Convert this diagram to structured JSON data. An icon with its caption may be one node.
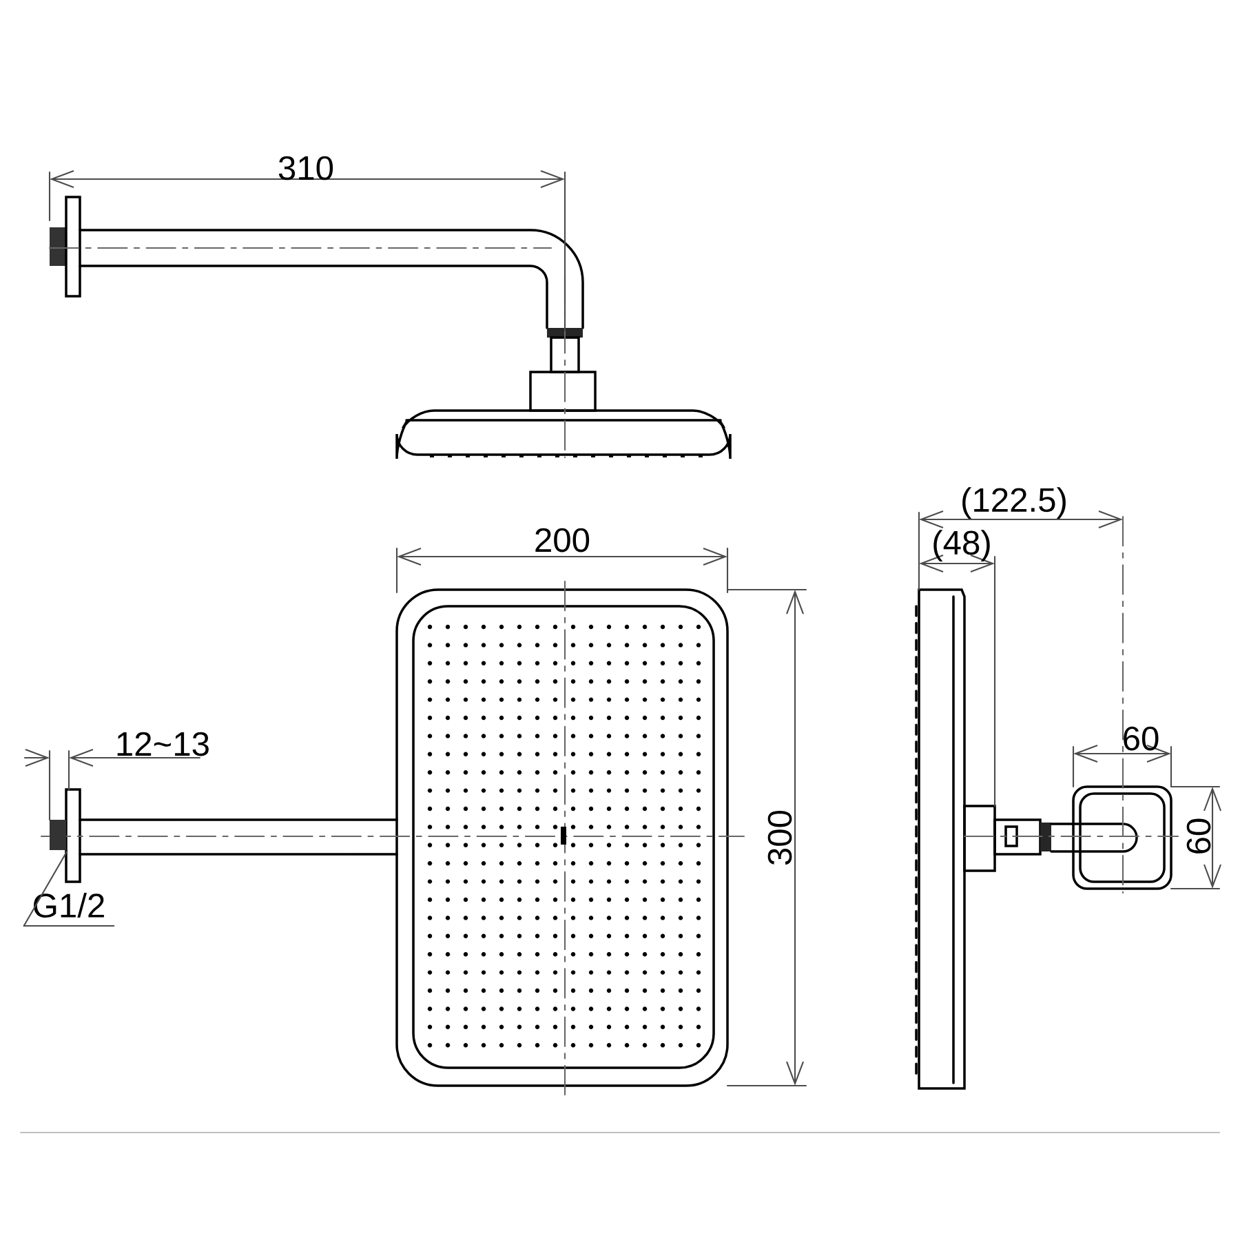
{
  "diagram": {
    "nodes": [
      {
        "text": [
          "G1/2"
        ]
      },
      {
        "text": [],
        "shape": "bar"
      }
    ],
    "edges": [
      {
        "from": 0,
        "to": 1,
        "arrow": "none"
      }
    ],
    "labels": [
      "310",
      "(122.5)",
      "200",
      "(48)",
      "12~13",
      "60",
      "300",
      "60"
    ]
  }
}
